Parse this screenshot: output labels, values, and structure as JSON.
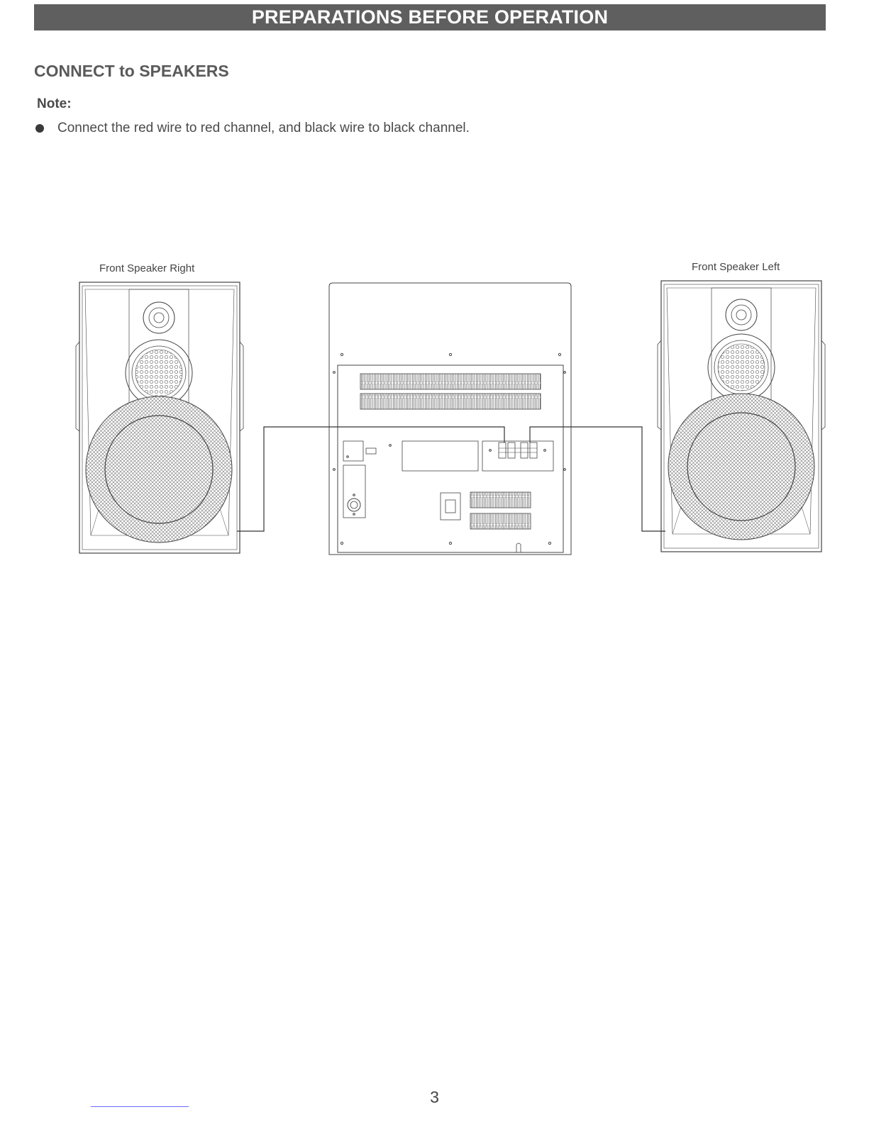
{
  "header": {
    "banner": "PREPARATIONS BEFORE OPERATION"
  },
  "section": {
    "title": "CONNECT to SPEAKERS",
    "note_label": "Note:",
    "bullets": [
      "Connect the red wire to red channel, and black wire to black channel."
    ]
  },
  "diagram": {
    "label_right_speaker": "Front Speaker Right",
    "label_left_speaker": "Front Speaker Left"
  },
  "footer": {
    "page_number": "3"
  }
}
